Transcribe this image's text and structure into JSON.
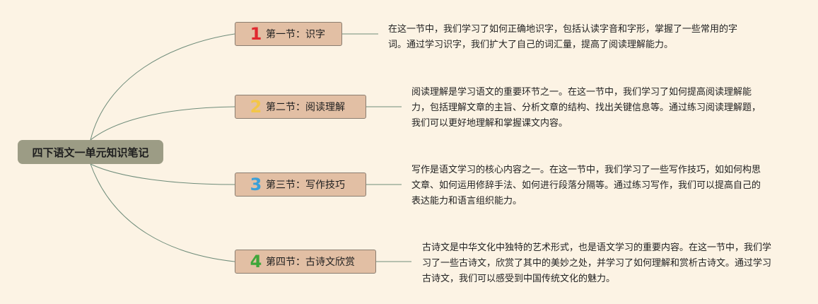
{
  "root": {
    "title": "四下语文一单元知识笔记"
  },
  "sections": [
    {
      "number": "1",
      "number_color": "#e0282f",
      "title": "第一节：识字",
      "description": "在这一节中，我们学习了如何正确地识字，包括认读字音和字形，掌握了一些常用的字词。通过学习识字，我们扩大了自己的词汇量，提高了阅读理解能力。"
    },
    {
      "number": "2",
      "number_color": "#f3c647",
      "title": "第二节：阅读理解",
      "description": "阅读理解是学习语文的重要环节之一。在这一节中，我们学习了如何提高阅读理解能力，包括理解文章的主旨、分析文章的结构、找出关键信息等。通过练习阅读理解题，我们可以更好地理解和掌握课文内容。"
    },
    {
      "number": "3",
      "number_color": "#3aa0d8",
      "title": "第三节：写作技巧",
      "description": "写作是语文学习的核心内容之一。在这一节中，我们学习了一些写作技巧，如如何构思文章、如何运用修辞手法、如何进行段落分隔等。通过练习写作，我们可以提高自己的表达能力和语言组织能力。"
    },
    {
      "number": "4",
      "number_color": "#3fa63a",
      "title": "第四节：古诗文欣赏",
      "description": "古诗文是中华文化中独特的艺术形式，也是语文学习的重要内容。在这一节中，我们学习了一些古诗文，欣赏了其中的美妙之处，并学习了如何理解和赏析古诗文。通过学习古诗文，我们可以感受到中国传统文化的魅力。"
    }
  ],
  "colors": {
    "background": "#fcf3e4",
    "root_fill": "#9c9c85",
    "node_fill": "#e2bfa4",
    "connector": "#6f8c7a"
  }
}
